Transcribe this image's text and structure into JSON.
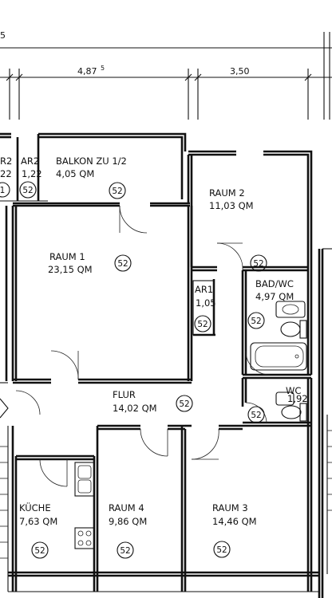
{
  "dimensions": {
    "top_left_fragment": "5",
    "span_1": "4,87",
    "span_1_sup": "5",
    "span_2": "3,50"
  },
  "rooms": {
    "ar2a": {
      "name": "R2",
      "area": "22"
    },
    "ar2b": {
      "name": "AR2",
      "area": "1,22"
    },
    "balkon": {
      "name": "BALKON ZU 1/2",
      "area": "4,05 QM"
    },
    "raum1": {
      "name": "RAUM 1",
      "area": "23,15 QM"
    },
    "raum2": {
      "name": "RAUM 2",
      "area": "11,03 QM"
    },
    "ar1": {
      "name": "AR1",
      "area": "1,05"
    },
    "badwc": {
      "name": "BAD/WC",
      "area": "4,97 QM"
    },
    "flur": {
      "name": "FLUR",
      "area": "14,02 QM"
    },
    "wc": {
      "name": "WC",
      "area": "1,92"
    },
    "kueche": {
      "name": "KÜCHE",
      "area": "7,63 QM"
    },
    "raum4": {
      "name": "RAUM 4",
      "area": "9,86 QM"
    },
    "raum3": {
      "name": "RAUM 3",
      "area": "14,46 QM"
    }
  },
  "codes": {
    "ar2a": "1",
    "ar2b": "52",
    "balkon": "52",
    "raum1": "52",
    "raum2": "52",
    "ar1": "52",
    "badwc": "52",
    "flur": "52",
    "wc": "52",
    "kueche": "52",
    "raum4": "52",
    "raum3": "52"
  }
}
